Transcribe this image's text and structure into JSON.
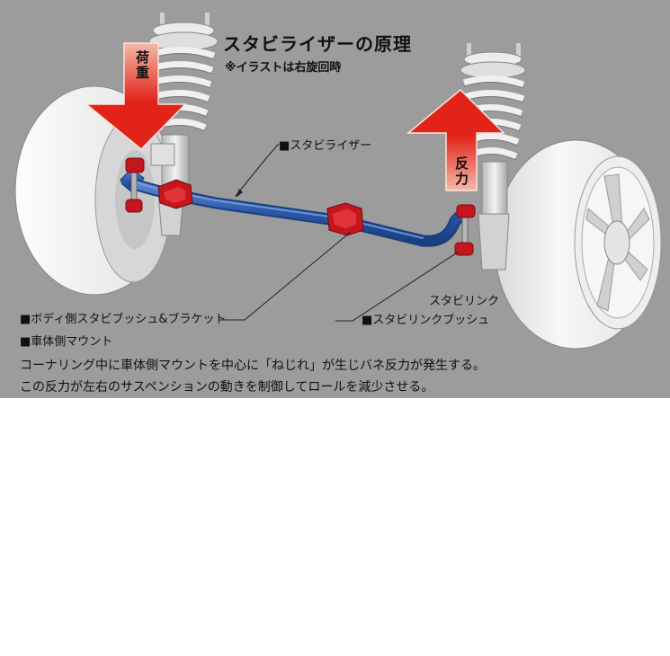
{
  "diagram": {
    "title": "スタビライザーの原理",
    "subtitle": "※イラストは右旋回時",
    "load_label": "荷重",
    "reaction_label": "反力",
    "callouts": {
      "stabilizer": "■スタビライザー",
      "body_bush": "■ボディ側スタビブッシュ&ブラケット",
      "body_mount": "■車体側マウント",
      "stabilink": "スタビリンク",
      "stabilink_bush": "■スタビリンクブッシュ"
    },
    "description": [
      "コーナリング中に車体側マウントを中心に「ねじれ」が生じバネ反力が発生する。",
      "この反力が左右のサスペンションの動きを制御してロールを減少させる。"
    ]
  },
  "colors": {
    "background": "#9c9c9c",
    "stabilizer_bar": "#2b57a8",
    "bushing": "#c4161c",
    "arrow": "#e2231a"
  }
}
